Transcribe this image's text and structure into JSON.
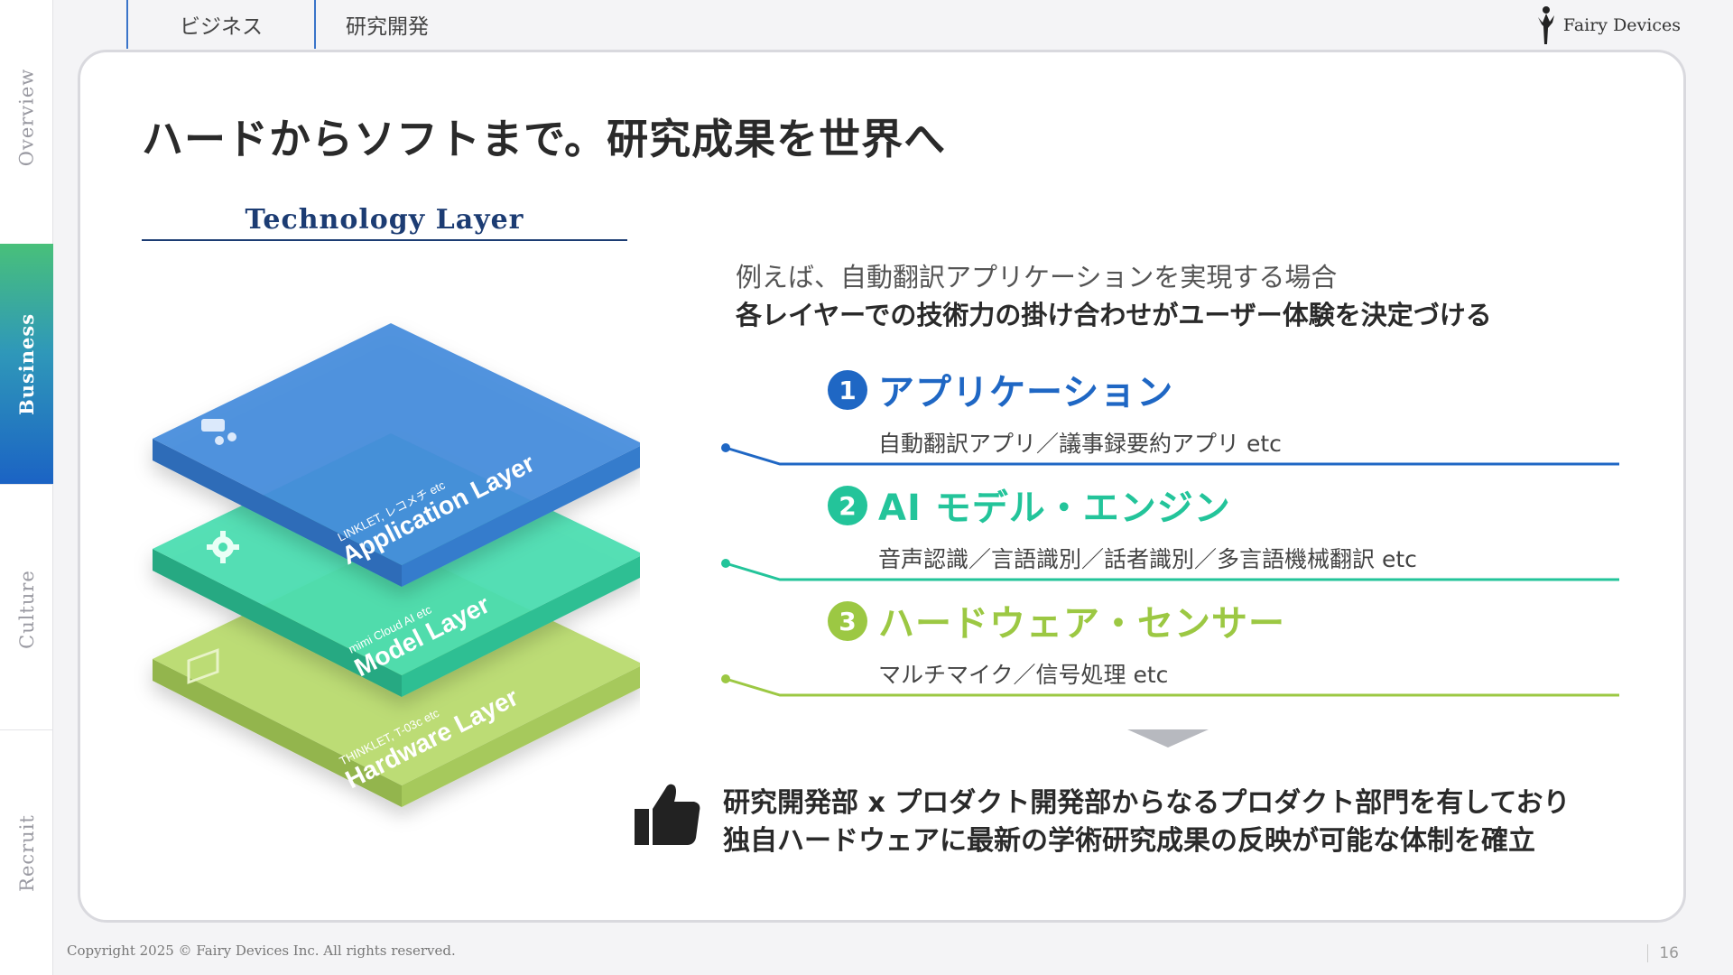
{
  "sidebar": {
    "items": [
      {
        "label": "Overview"
      },
      {
        "label": "Business"
      },
      {
        "label": "Culture"
      },
      {
        "label": "Recruit"
      }
    ]
  },
  "tabs": [
    {
      "label": "ビジネス"
    },
    {
      "label": "研究開発"
    }
  ],
  "logo": {
    "text": "Fairy Devices",
    "icon": "fairy-figure-icon"
  },
  "page": {
    "title": "ハードからソフトまで。研究成果を世界へ",
    "tech_heading": "Technology Layer"
  },
  "layers": [
    {
      "name": "Application Layer",
      "sub": "LINKLET, レコメチ etc",
      "color": "#3f86d6",
      "icon": "chat-users-icon"
    },
    {
      "name": "Model Layer",
      "sub": "mimi Cloud AI etc",
      "color": "#3fd3a4",
      "icon": "gear-icon"
    },
    {
      "name": "Hardware Layer",
      "sub": "THINKLET, T-03c etc",
      "color": "#b4d86a",
      "icon": "chip-icon"
    }
  ],
  "intro": {
    "line1": "例えば、自動翻訳アプリケーションを実現する場合",
    "line2": "各レイヤーでの技術力の掛け合わせがユーザー体験を決定づける"
  },
  "sections": [
    {
      "num": "1",
      "title": "アプリケーション",
      "desc": "自動翻訳アプリ／議事録要約アプリ etc",
      "color": "#1f67c4"
    },
    {
      "num": "2",
      "title": "AI モデル・エンジン",
      "desc": "音声認識／言語識別／話者識別／多言語機械翻訳 etc",
      "color": "#23c49a"
    },
    {
      "num": "3",
      "title": "ハードウェア・センサー",
      "desc": "マルチマイク／信号処理 etc",
      "color": "#9cc843"
    }
  ],
  "conclusion": {
    "line1": "研究開発部 x プロダクト開発部からなるプロダクト部門を有しており",
    "line2": "独自ハードウェアに最新の学術研究成果の反映が可能な体制を確立",
    "icon": "thumbs-up-icon"
  },
  "footer": {
    "copyright": "Copyright  2025 © Fairy Devices Inc. All rights reserved.",
    "page_number": "16"
  }
}
